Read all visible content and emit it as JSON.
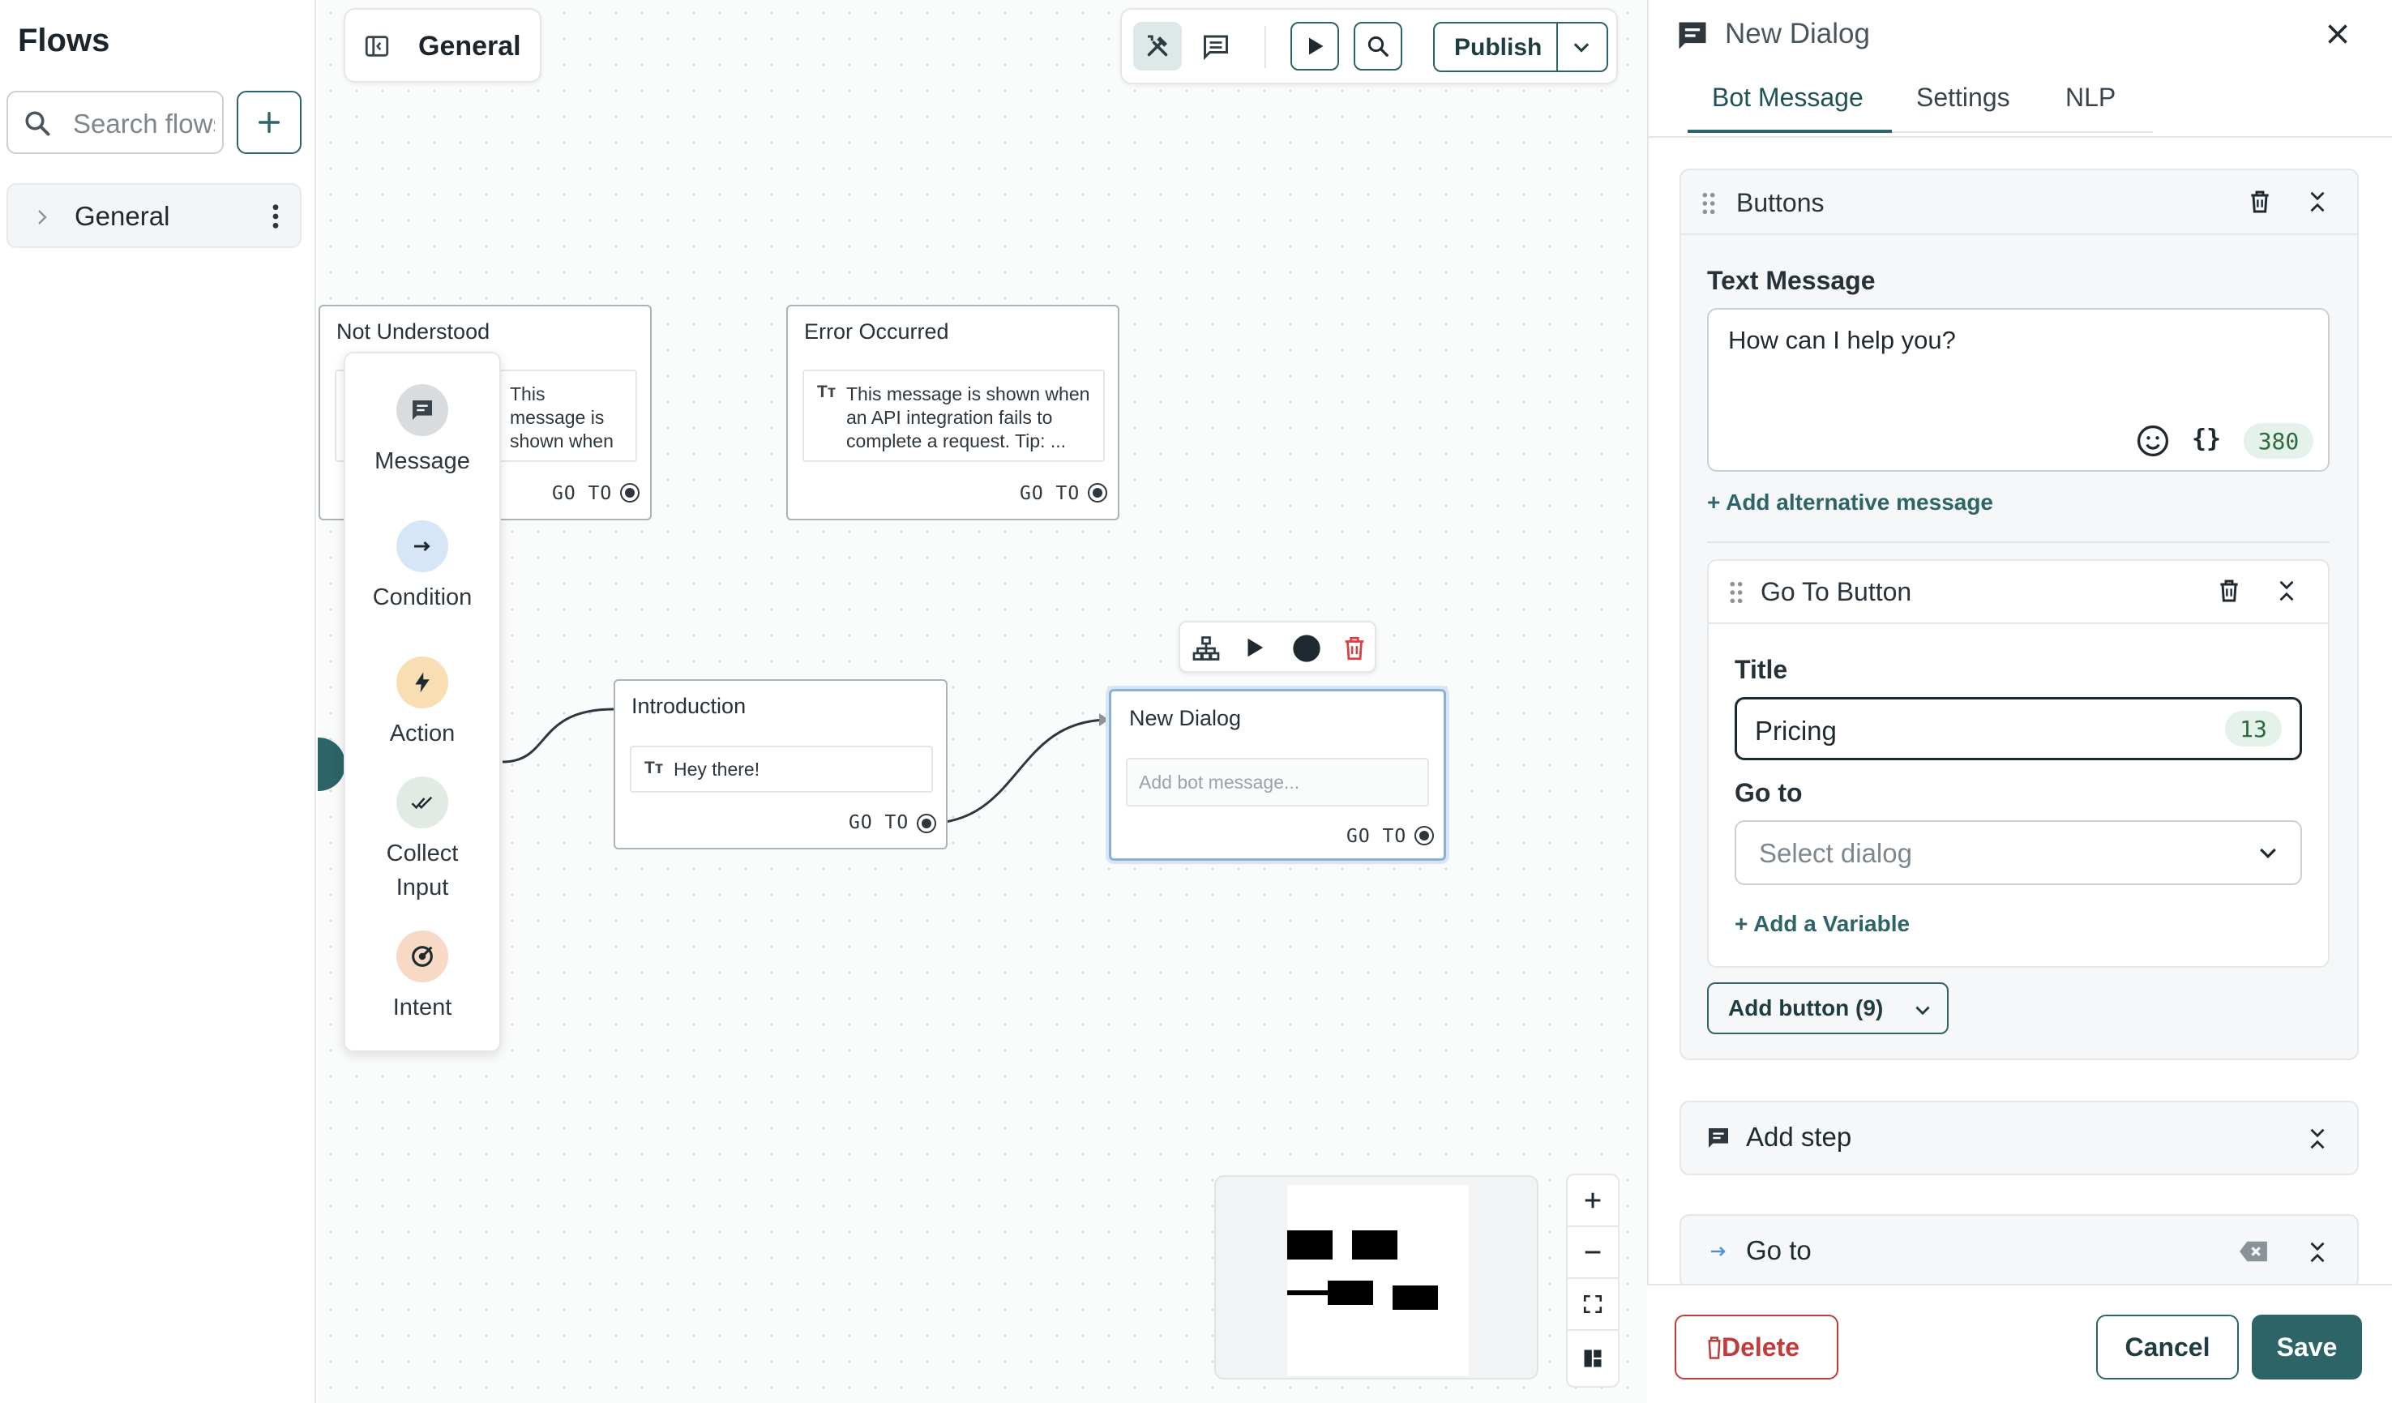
{
  "sidebar": {
    "title": "Flows",
    "search_placeholder": "Search flows",
    "add_flow_icon": "plus-icon",
    "flows": [
      {
        "label": "General"
      }
    ]
  },
  "canvas": {
    "flow_chip_label": "General",
    "toolbar": {
      "publish_label": "Publish"
    },
    "nodes": {
      "not_understood": {
        "title": "Not Understood",
        "message": "This message is shown when the bot did not understand. Ask the user to...",
        "goto": "GO TO"
      },
      "error": {
        "title": "Error Occurred",
        "message": "This message is shown when an API integration fails to complete a request. Tip: ...",
        "goto": "GO TO"
      },
      "intro": {
        "title": "Introduction",
        "message": "Hey there!",
        "goto": "GO TO"
      },
      "new_dialog": {
        "title": "New Dialog",
        "placeholder": "Add bot message...",
        "goto": "GO TO"
      }
    },
    "palette": [
      {
        "label": "Message",
        "icon": "message-icon",
        "color": "#d9dcde"
      },
      {
        "label": "Condition",
        "icon": "arrow-right-icon",
        "color": "#d6e6f6"
      },
      {
        "label": "Action",
        "icon": "lightning-icon",
        "color": "#f8deb2"
      },
      {
        "label": "Collect Input",
        "icon": "double-check-icon",
        "color": "#e1ebe4"
      },
      {
        "label": "Intent",
        "icon": "target-icon",
        "color": "#f8d9c6"
      }
    ]
  },
  "panel": {
    "title": "New Dialog",
    "tabs": [
      {
        "label": "Bot Message"
      },
      {
        "label": "Settings"
      },
      {
        "label": "NLP"
      }
    ],
    "active_tab": "Bot Message",
    "buttons_card": {
      "title": "Buttons",
      "text_message_label": "Text Message",
      "text_message_value": "How can I help you?",
      "char_count": "380",
      "add_alternative": "+ Add alternative message",
      "goto_button": {
        "title": "Go To Button",
        "title_label": "Title",
        "title_value": "Pricing",
        "title_count": "13",
        "goto_label": "Go to",
        "goto_placeholder": "Select dialog",
        "add_variable": "+ Add a Variable"
      },
      "add_button_label": "Add button (9)"
    },
    "add_step_label": "Add step",
    "goto_label": "Go to",
    "footer": {
      "delete": "Delete",
      "cancel": "Cancel",
      "save": "Save"
    }
  },
  "colors": {
    "accent": "#2d6468",
    "danger": "#c23b3b",
    "selected_node_border": "#8ab0d8"
  }
}
